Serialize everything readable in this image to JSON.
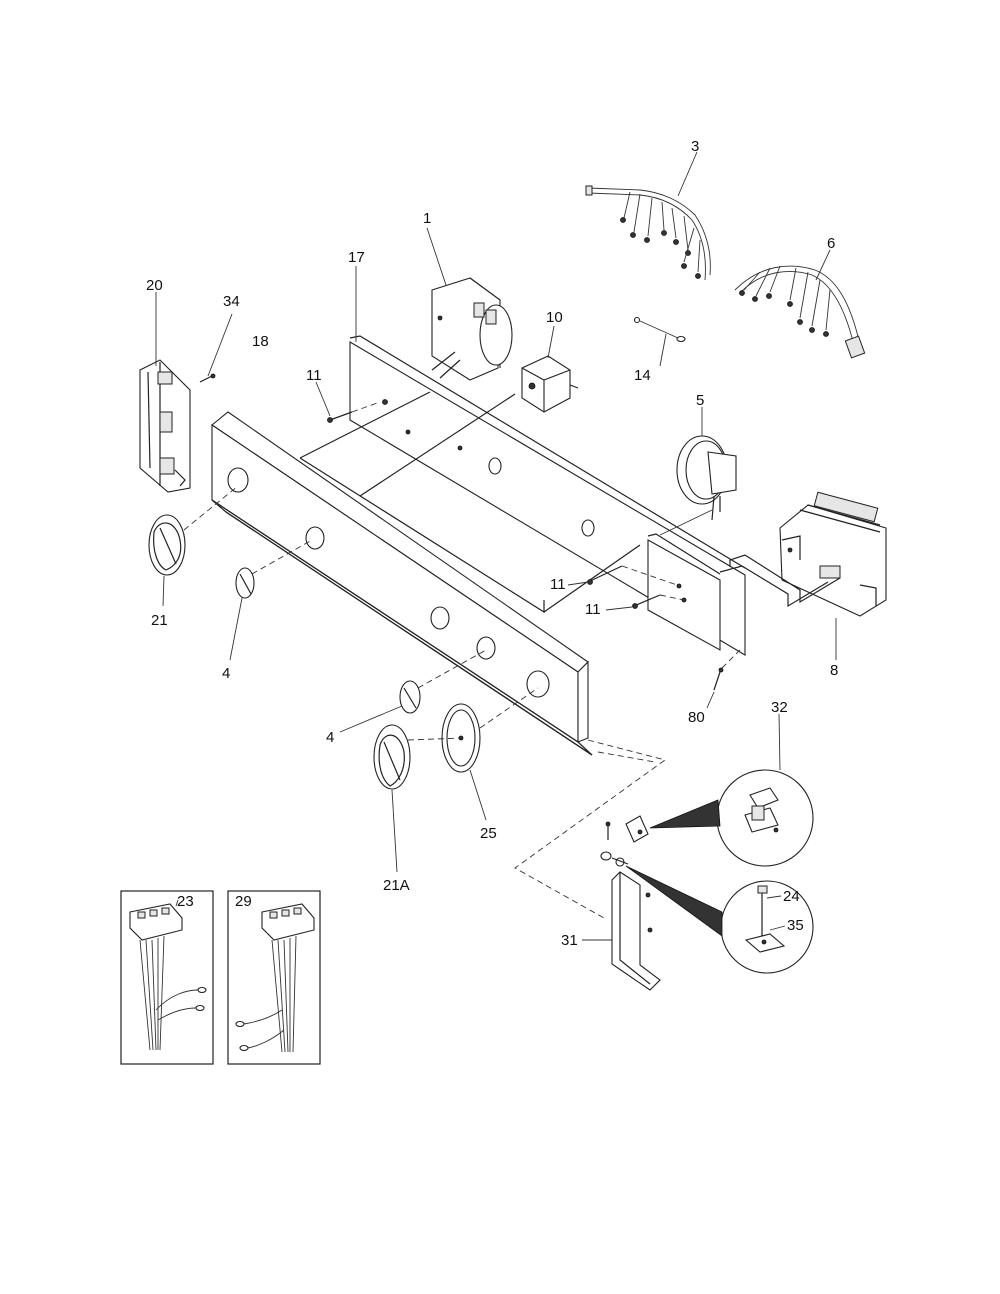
{
  "labels": {
    "l1": "1",
    "l3": "3",
    "l4a": "4",
    "l4b": "4",
    "l5": "5",
    "l6": "6",
    "l8": "8",
    "l10": "10",
    "l11a": "11",
    "l11b": "11",
    "l11c": "11",
    "l14": "14",
    "l17": "17",
    "l18": "18",
    "l20": "20",
    "l21": "21",
    "l21a": "21A",
    "l23": "23",
    "l24": "24",
    "l25": "25",
    "l29": "29",
    "l31": "31",
    "l32": "32",
    "l34": "34",
    "l35": "35",
    "l80": "80"
  }
}
